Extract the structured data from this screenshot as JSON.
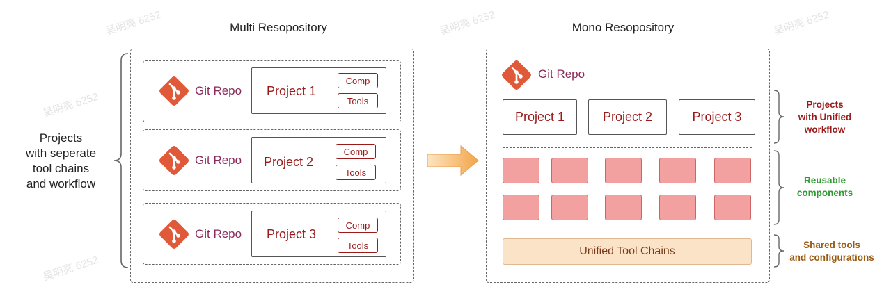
{
  "titles": {
    "left": "Multi Resopository",
    "right": "Mono Resopository"
  },
  "left_side_label": [
    "Projects",
    "with seperate",
    "tool chains",
    "and workflow"
  ],
  "multi": {
    "repos": [
      {
        "git_label": "Git Repo",
        "project": "Project 1",
        "comp": "Comp",
        "tools": "Tools"
      },
      {
        "git_label": "Git Repo",
        "project": "Project 2",
        "comp": "Comp",
        "tools": "Tools"
      },
      {
        "git_label": "Git Repo",
        "project": "Project 3",
        "comp": "Comp",
        "tools": "Tools"
      }
    ]
  },
  "mono": {
    "git_label": "Git Repo",
    "projects": [
      "Project 1",
      "Project 2",
      "Project 3"
    ],
    "unified_tool_chains": "Unified Tool Chains"
  },
  "right_labels": {
    "projects": [
      "Projects",
      "with Unified",
      "workflow"
    ],
    "reusable": [
      "Reusable",
      "components"
    ],
    "shared": [
      "Shared tools",
      "and configurations"
    ]
  },
  "watermark": "吴明亮 6252",
  "colors": {
    "project_text": "#9a1a1a",
    "git_icon": "#e05a3a",
    "component_fill": "#f2a0a0",
    "unified_fill": "#fbe3c8",
    "arrow_start": "#fde5c2",
    "arrow_end": "#f2a54a",
    "label_projects": "#9a1a1a",
    "label_reusable": "#2f9a2f",
    "label_shared": "#9a5a10"
  }
}
